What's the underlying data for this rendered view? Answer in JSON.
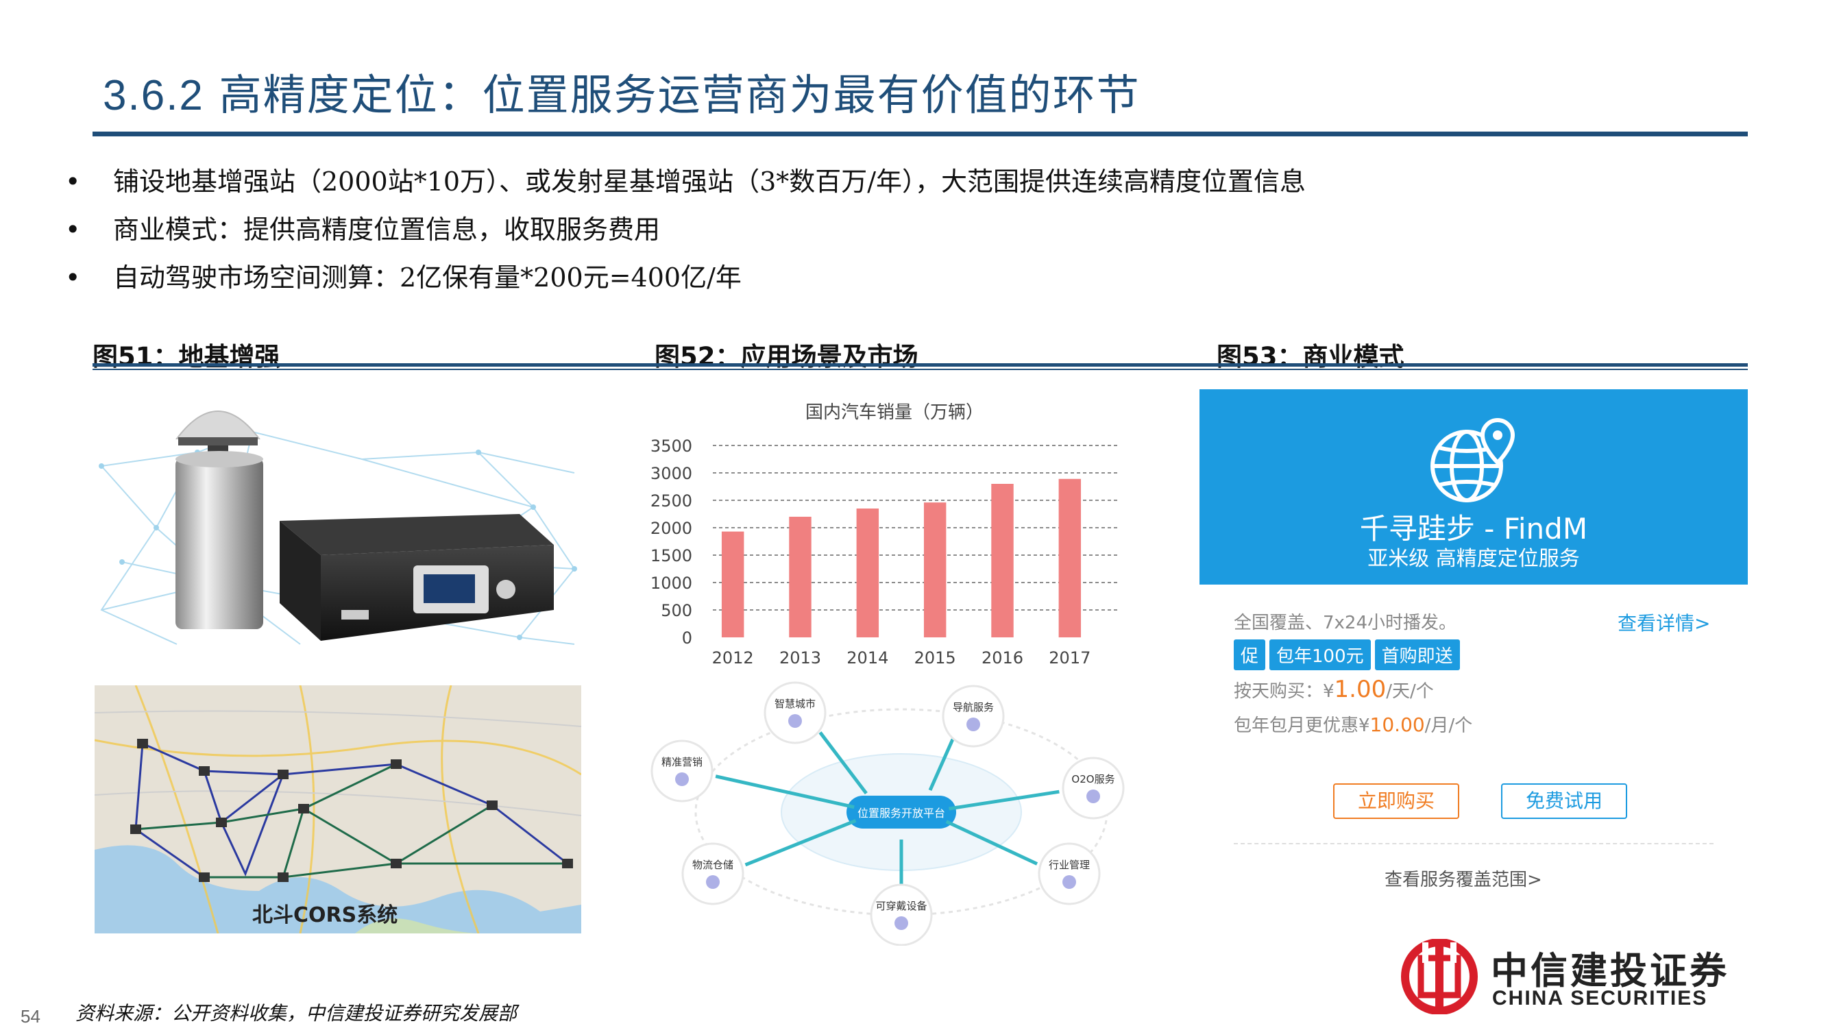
{
  "header": {
    "section_number": "3.6.2",
    "title": "高精度定位：位置服务运营商为最有价值的环节"
  },
  "bullets": [
    "铺设地基增强站（2000站*10万）、或发射星基增强站（3*数百万/年），大范围提供连续高精度位置信息",
    "商业模式：提供高精度位置信息，收取服务费用",
    "自动驾驶市场空间测算：2亿保有量*200元=400亿/年"
  ],
  "bullet_symbol": "•",
  "figures": {
    "fig51": "图51：地基增强",
    "fig52": "图52：应用场景及市场",
    "fig53": "图53：商业模式"
  },
  "map_caption": "北斗CORS系统",
  "chart_data": {
    "type": "bar",
    "title": "国内汽车销量（万辆）",
    "categories": [
      "2012",
      "2013",
      "2014",
      "2015",
      "2016",
      "2017"
    ],
    "values": [
      1930,
      2200,
      2350,
      2460,
      2800,
      2890
    ],
    "ylim": [
      0,
      3500
    ],
    "yticks": [
      0,
      500,
      1000,
      1500,
      2000,
      2500,
      3000,
      3500
    ],
    "grid": true,
    "bar_color": "#f08080"
  },
  "ecosystem": {
    "center": "位置服务开放平台",
    "nodes": [
      "智慧城市",
      "导航服务",
      "O2O服务",
      "行业管理",
      "可穿戴设备",
      "物流仓储",
      "精准营销"
    ]
  },
  "findm": {
    "brand": "千寻跬步 - FindM",
    "subtitle": "亚米级 高精度定位服务",
    "coverage": "全国覆盖、7x24小时播发。",
    "details_link": "查看详情>",
    "tags": [
      "促",
      "包年100元",
      "首购即送"
    ],
    "daily_label": "按天购买：¥",
    "daily_price": "1.00",
    "daily_unit": "/天/个",
    "monthly_label": "包年包月更优惠¥",
    "monthly_price": "10.00",
    "monthly_unit": "/月/个",
    "buy_button": "立即购买",
    "trial_button": "免费试用",
    "coverage_link": "查看服务覆盖范围>"
  },
  "footer": {
    "source": "资料来源：公开资料收集，中信建投证券研究发展部",
    "page_number": "54"
  },
  "logo": {
    "name_cn": "中信建投证券",
    "name_en": "CHINA SECURITIES"
  },
  "colors": {
    "brand_blue": "#1f4e79",
    "findm_blue": "#1c9be0",
    "logo_red": "#d81e2a"
  }
}
